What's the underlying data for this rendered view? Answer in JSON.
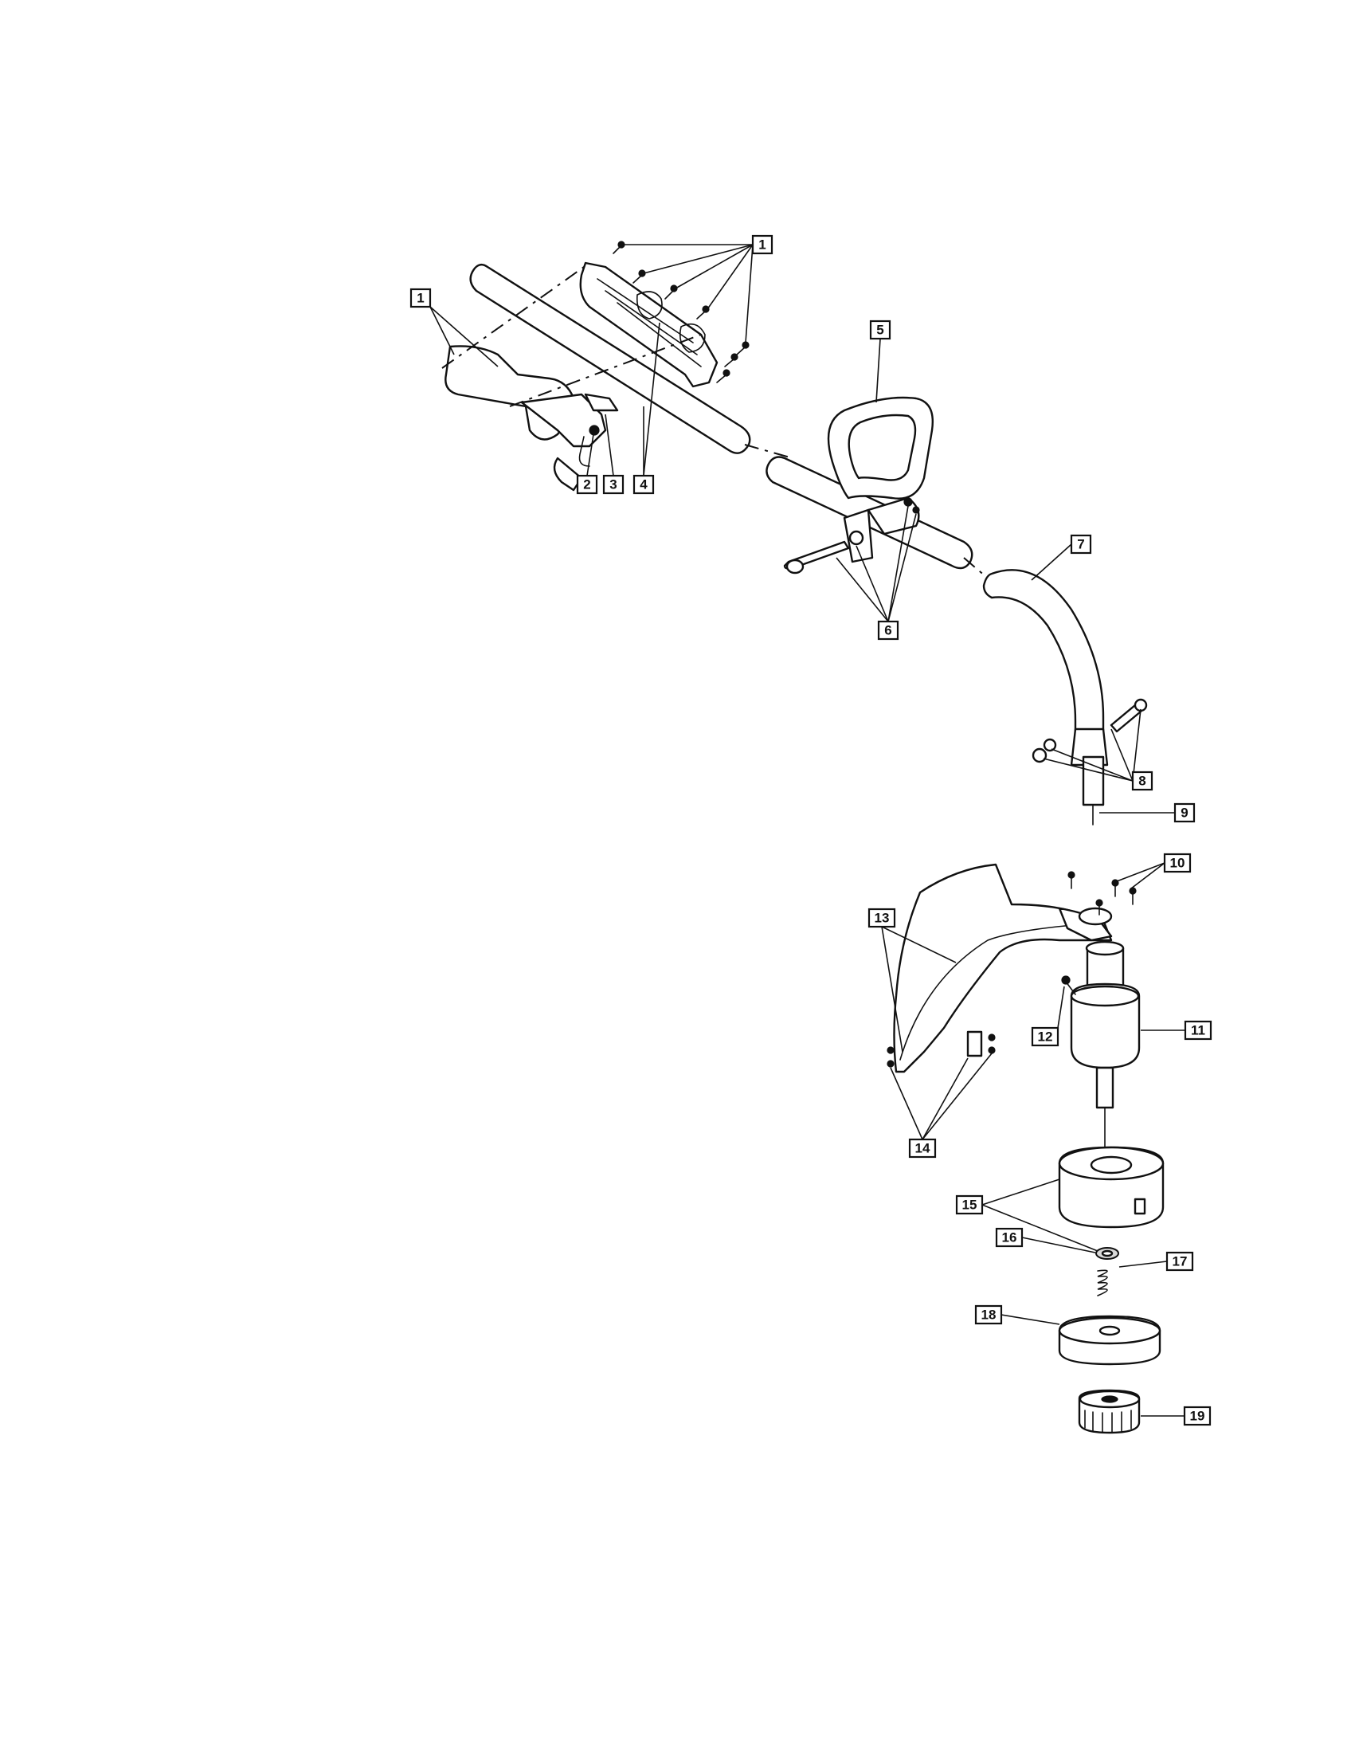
{
  "callouts": {
    "c1a": "1",
    "c1b": "1",
    "c2": "2",
    "c3": "3",
    "c4": "4",
    "c5": "5",
    "c6": "6",
    "c7": "7",
    "c8": "8",
    "c9": "9",
    "c10": "10",
    "c11": "11",
    "c12": "12",
    "c13": "13",
    "c14": "14",
    "c15": "15",
    "c16": "16",
    "c17": "17",
    "c18": "18",
    "c19": "19"
  }
}
